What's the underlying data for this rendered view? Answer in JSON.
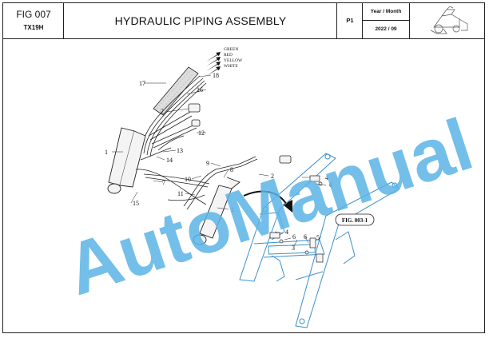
{
  "header": {
    "fig_number": "FIG 007",
    "model": "TX19H",
    "title": "HYDRAULIC PIPING ASSEMBLY",
    "page": "P1",
    "year_month_label": "Year / Month",
    "year_month_value": "2022 / 09"
  },
  "diagram": {
    "callouts": [
      "1",
      "1",
      "2",
      "2",
      "3",
      "4",
      "4",
      "5",
      "6",
      "6",
      "6",
      "7",
      "8",
      "9",
      "10",
      "11",
      "12",
      "13",
      "14",
      "15",
      "16",
      "17",
      "18"
    ],
    "hose_colors": [
      "GREEN",
      "RED",
      "YELLOW",
      "WHITE"
    ],
    "reference_tag": "FIG. 003-1"
  },
  "watermark": "AutoManual",
  "colors": {
    "watermark": "#5bb4e6",
    "frame_outline": "#3a8fc9",
    "line": "#222222"
  }
}
